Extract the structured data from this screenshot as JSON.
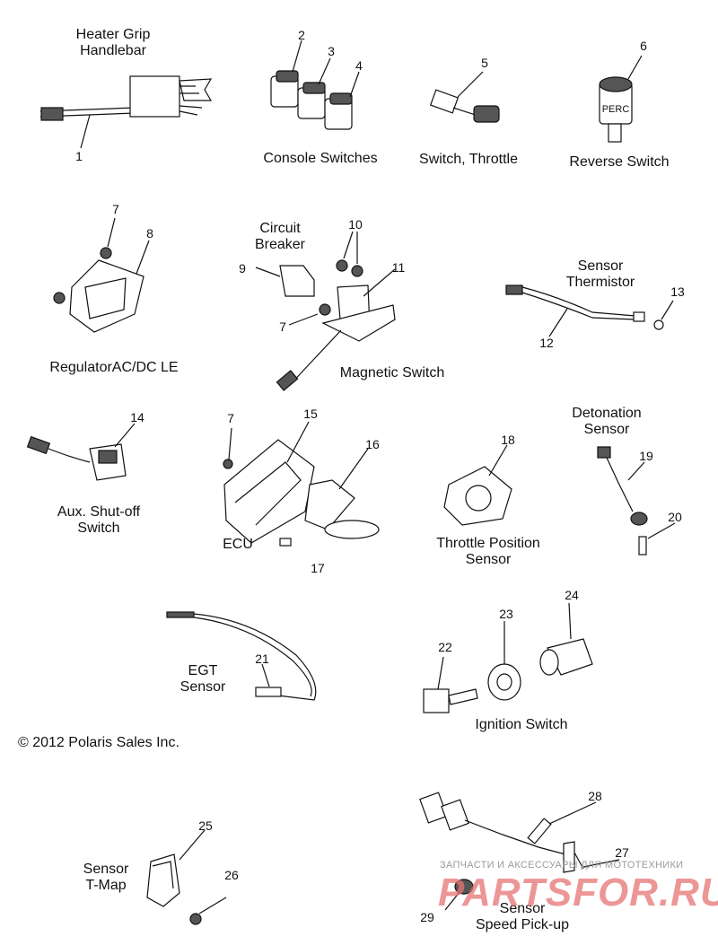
{
  "labels": {
    "heater_grip": "Heater Grip\nHandlebar",
    "console_switches": "Console Switches",
    "switch_throttle": "Switch, Throttle",
    "reverse_switch": "Reverse Switch",
    "regulator": "RegulatorAC/DC LE",
    "circuit_breaker": "Circuit\nBreaker",
    "magnetic_switch": "Magnetic Switch",
    "sensor_thermistor": "Sensor\nThermistor",
    "aux_shutoff": "Aux. Shut-off\nSwitch",
    "ecu": "ECU",
    "detonation_sensor": "Detonation\nSensor",
    "throttle_position_sensor": "Throttle Position\nSensor",
    "egt_sensor": "EGT\nSensor",
    "ignition_switch": "Ignition Switch",
    "sensor_tmap": "Sensor\nT-Map",
    "sensor_speed_pickup": "Sensor\nSpeed Pick-up"
  },
  "part_numbers": [
    "1",
    "2",
    "3",
    "4",
    "5",
    "6",
    "7",
    "8",
    "9",
    "10",
    "11",
    "12",
    "13",
    "14",
    "7",
    "15",
    "16",
    "17",
    "18",
    "19",
    "20",
    "21",
    "22",
    "23",
    "24",
    "25",
    "26",
    "27",
    "28",
    "29",
    "7"
  ],
  "part_text": {
    "perc": "PERC"
  },
  "copyright": "© 2012 Polaris Sales Inc.",
  "watermark": {
    "small": "ЗАПЧАСТИ И АКСЕССУАРЫ ДЛЯ МОТОТЕХНИКИ",
    "big": "PARTSFOR.RU",
    "color": "#e67373"
  }
}
